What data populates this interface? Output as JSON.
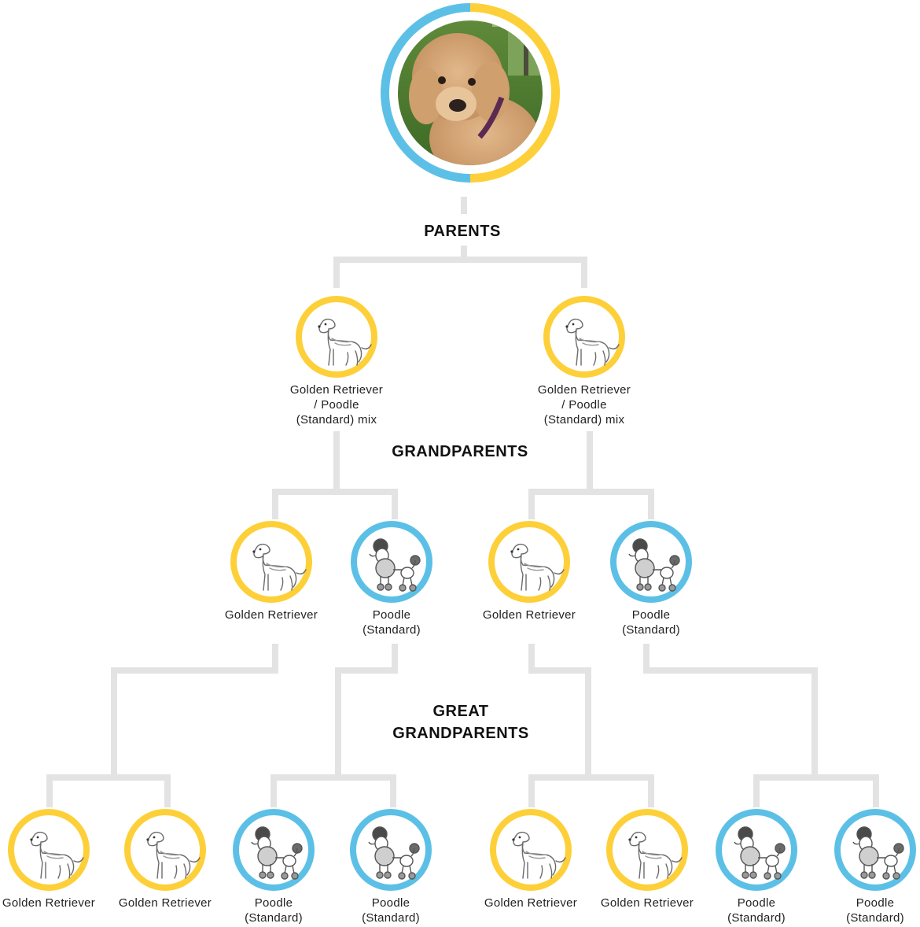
{
  "colors": {
    "golden": "#FDD039",
    "poodle": "#5CC0E6",
    "connector": "#E3E3E3",
    "split_left": "#5CC0E6",
    "split_right": "#FDD039"
  },
  "subject": {
    "photo": "doodle-dog-photo",
    "ring": "split-blue-yellow"
  },
  "generations": {
    "parents": "PARENTS",
    "grandparents": "GRANDPARENTS",
    "great_grandparents_1": "GREAT",
    "great_grandparents_2": "GRANDPARENTS"
  },
  "parents": [
    {
      "label": "Golden Retriever\n/ Poodle\n(Standard) mix",
      "icon": "golden-retriever-sketch-icon",
      "ring": "golden"
    },
    {
      "label": "Golden Retriever\n/ Poodle\n(Standard) mix",
      "icon": "golden-retriever-sketch-icon",
      "ring": "golden"
    }
  ],
  "grandparents": [
    {
      "label": "Golden Retriever",
      "icon": "golden-retriever-sketch-icon",
      "ring": "golden"
    },
    {
      "label": "Poodle\n(Standard)",
      "icon": "poodle-sketch-icon",
      "ring": "poodle"
    },
    {
      "label": "Golden Retriever",
      "icon": "golden-retriever-sketch-icon",
      "ring": "golden"
    },
    {
      "label": "Poodle\n(Standard)",
      "icon": "poodle-sketch-icon",
      "ring": "poodle"
    }
  ],
  "great_grandparents": [
    {
      "label": "Golden Retriever",
      "icon": "golden-retriever-sketch-icon",
      "ring": "golden"
    },
    {
      "label": "Golden Retriever",
      "icon": "golden-retriever-sketch-icon",
      "ring": "golden"
    },
    {
      "label": "Poodle\n(Standard)",
      "icon": "poodle-sketch-icon",
      "ring": "poodle"
    },
    {
      "label": "Poodle\n(Standard)",
      "icon": "poodle-sketch-icon",
      "ring": "poodle"
    },
    {
      "label": "Golden Retriever",
      "icon": "golden-retriever-sketch-icon",
      "ring": "golden"
    },
    {
      "label": "Golden Retriever",
      "icon": "golden-retriever-sketch-icon",
      "ring": "golden"
    },
    {
      "label": "Poodle\n(Standard)",
      "icon": "poodle-sketch-icon",
      "ring": "poodle"
    },
    {
      "label": "Poodle\n(Standard)",
      "icon": "poodle-sketch-icon",
      "ring": "poodle"
    }
  ]
}
